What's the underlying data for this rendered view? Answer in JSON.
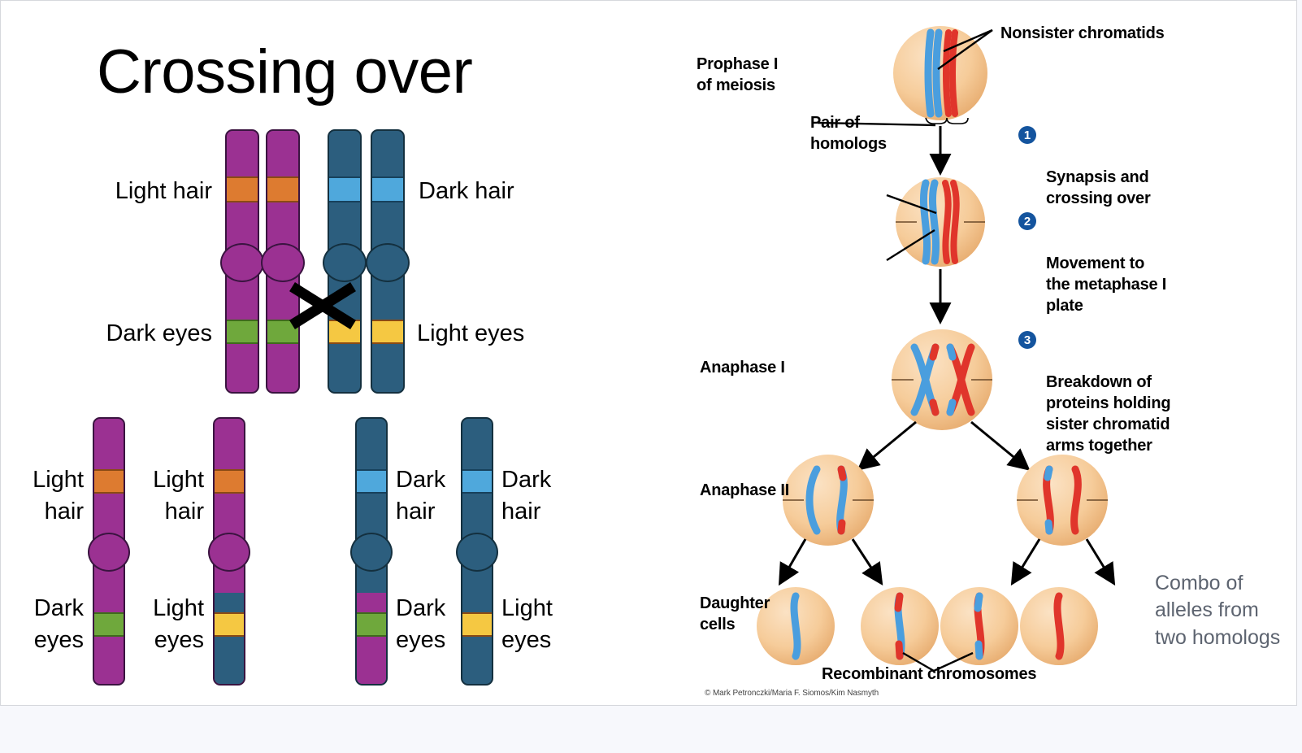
{
  "slide": {
    "title": "Crossing over",
    "background": "#ffffff",
    "page_background": "#f7f8fc"
  },
  "colors": {
    "purple": "#9B3192",
    "purple_outline": "#3a1440",
    "steel_blue": "#2C5E7E",
    "blue_outline": "#14303f",
    "orange": "#DD7B30",
    "light_blue": "#4FA8DC",
    "green": "#6FA83C",
    "yellow": "#F5C842",
    "band_outline": "#8a4a14",
    "cell_fill": "#F6CC9A",
    "chromatid_blue": "#4a9ede",
    "chromatid_red": "#e0352b",
    "step_badge": "#14549e",
    "combo_text": "#5d6470"
  },
  "left_panel": {
    "top_labels": {
      "light_hair": "Light hair",
      "dark_hair": "Dark hair",
      "dark_eyes": "Dark eyes",
      "light_eyes": "Light eyes"
    },
    "crossover_mark": "x-cross",
    "top_chromosomes": [
      {
        "name": "maternal-chromatid-1",
        "color": "purple",
        "hair_band": "orange",
        "eye_band": "green"
      },
      {
        "name": "maternal-chromatid-2",
        "color": "purple",
        "hair_band": "orange",
        "eye_band": "green"
      },
      {
        "name": "paternal-chromatid-1",
        "color": "steel_blue",
        "hair_band": "light_blue",
        "eye_band": "yellow"
      },
      {
        "name": "paternal-chromatid-2",
        "color": "steel_blue",
        "hair_band": "light_blue",
        "eye_band": "yellow"
      }
    ],
    "bottom_chromosomes": [
      {
        "name": "parental-purple",
        "hair_label": "Light\nhair",
        "eye_label": "Dark\neyes",
        "label_side": "left",
        "recombinant": false
      },
      {
        "name": "recombinant-purple-blue",
        "hair_label": "Light\nhair",
        "eye_label": "Light\neyes",
        "label_side": "left",
        "recombinant": true
      },
      {
        "name": "recombinant-blue-purple",
        "hair_label": "Dark\nhair",
        "eye_label": "Dark\neyes",
        "label_side": "right",
        "recombinant": true
      },
      {
        "name": "parental-blue",
        "hair_label": "Dark\nhair",
        "eye_label": "Light\neyes",
        "label_side": "right",
        "recombinant": false
      }
    ]
  },
  "meiosis": {
    "stage_labels": {
      "prophase": "Prophase I\nof meiosis",
      "anaphase_i": "Anaphase I",
      "anaphase_ii": "Anaphase II",
      "daughter": "Daughter\ncells"
    },
    "callouts": {
      "nonsister": "Nonsister chromatids",
      "homologs": "Pair of\nhomologs",
      "recombinant": "Recombinant chromosomes"
    },
    "steps": [
      {
        "num": "1",
        "text": "Synapsis and\ncrossing over"
      },
      {
        "num": "2",
        "text": "Movement to\nthe metaphase I\nplate"
      },
      {
        "num": "3",
        "text": "Breakdown of\nproteins holding\nsister chromatid\narms together"
      }
    ],
    "credit": "© Mark Petronczki/Maria F. Siomos/Kim Nasmyth"
  },
  "annotation": {
    "combo_note": "Combo of alleles from two homologs"
  }
}
